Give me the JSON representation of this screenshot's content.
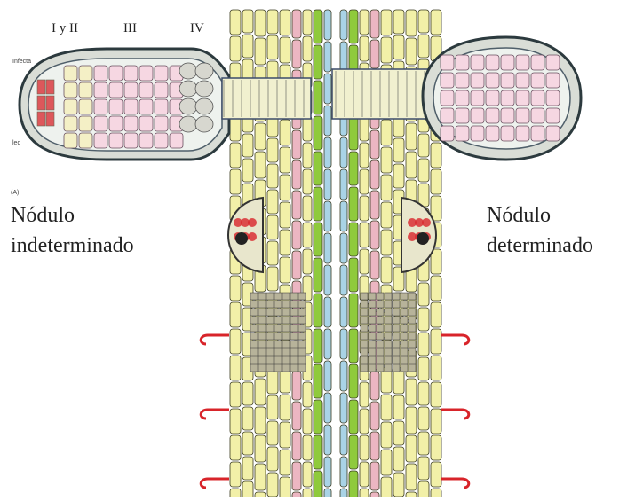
{
  "zones": {
    "z1": "I y II",
    "z3": "III",
    "z4": "IV"
  },
  "panel_mark": "(A)",
  "small_labels": {
    "top": "Infecta",
    "bottom": "led"
  },
  "nodules": {
    "indeterminate": {
      "line1": "Nódulo",
      "line2": "indeterminado"
    },
    "determinate": {
      "line1": "Nódulo",
      "line2": "determinado"
    }
  },
  "colors": {
    "cortex_cell": "#f2f0a8",
    "cell_outline": "#3a3a20",
    "endodermis_pink": "#ecb6c2",
    "vascular_green": "#8fca3c",
    "pericycle_blue": "#a9d3e6",
    "infected_cell": "#f6d7e2",
    "meristem_red": "#d8242a",
    "senescent_gray": "#d7d7cf",
    "nodule_wall": "#2c3a3e"
  }
}
